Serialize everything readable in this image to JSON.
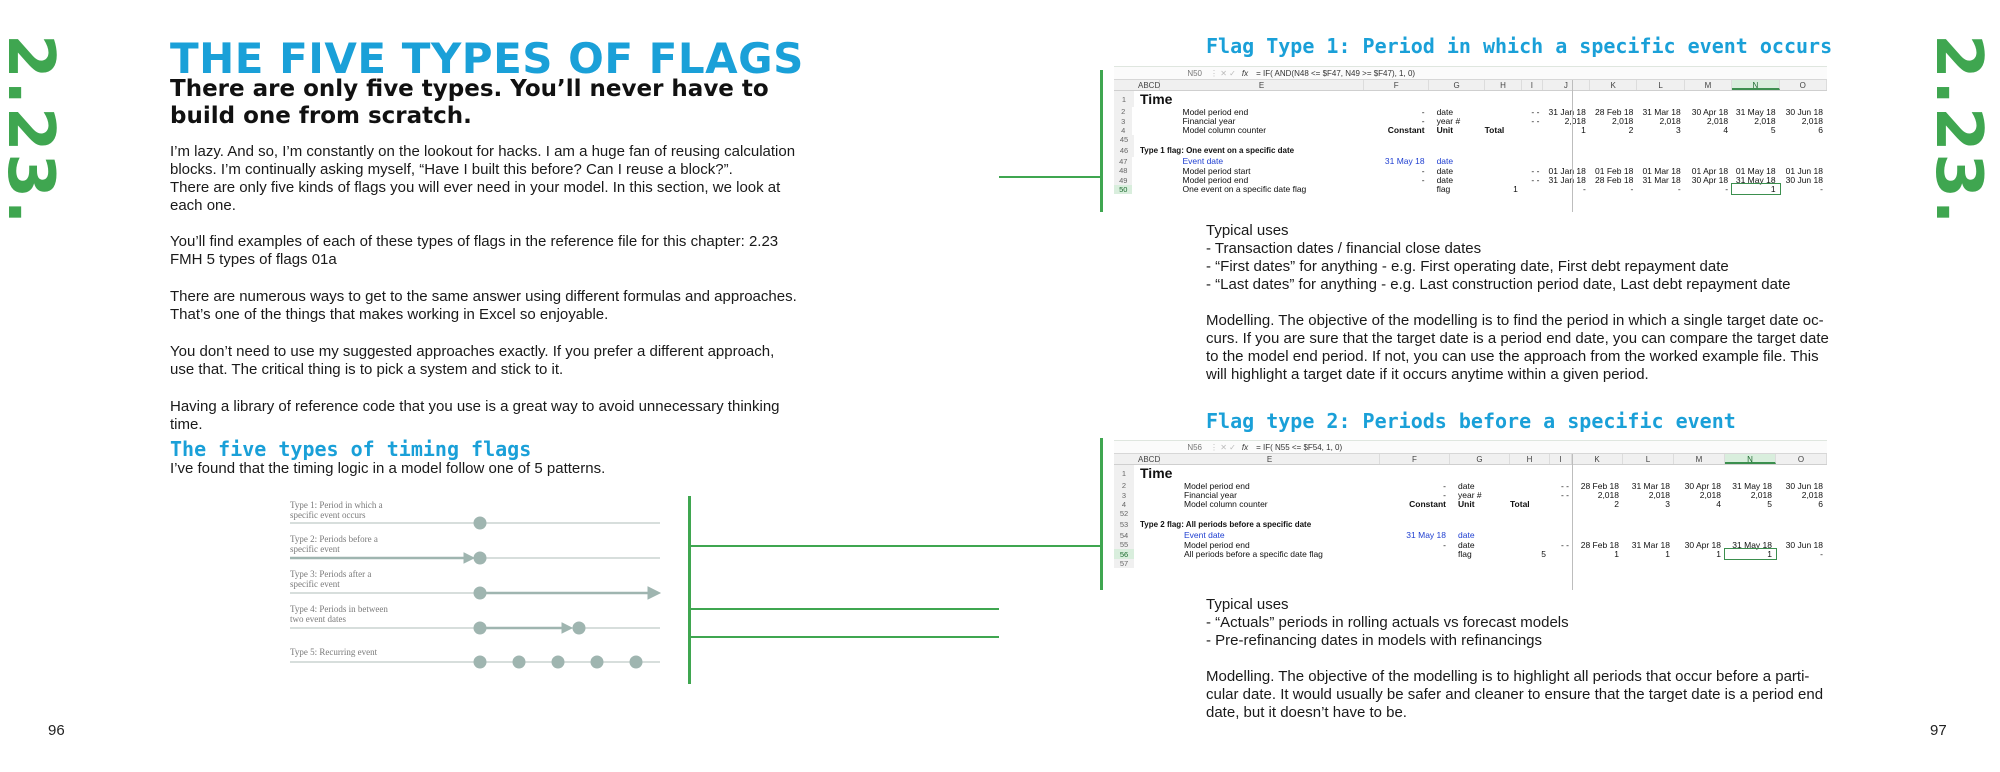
{
  "section_number": "2.23.",
  "left_page": {
    "page_number": "96",
    "title": "THE FIVE TYPES OF FLAGS",
    "subtitle": "There are only five types. You’ll never have to build one from scratch.",
    "paragraphs": [
      "I’m lazy. And so, I’m constantly on the lookout for hacks. I am a huge fan of reusing calculation blocks. I’m continually asking myself, “Have I built this before? Can I reuse a block?”.",
      "There are only five kinds of flags you will ever need in your model. In this section, we look at each one.",
      "You’ll find examples of each of these types of flags in the reference file for this chapter: 2.23 FMH 5 types of flags 01a",
      "There are numerous ways to get to the same answer using different formulas and approaches. That’s one of the things that makes working in Excel so enjoyable.",
      "You don’t need to use my suggested approaches exactly. If you prefer a different approach, use that. The critical thing is to pick a system and stick to it.",
      "Having a library of reference code that you use is a great way to avoid unnecessary thinking time."
    ],
    "timing_heading": "The five types of timing flags",
    "timing_intro": "I’ve found that the timing logic in a model follow one of 5 patterns.",
    "timing_types": [
      "Type 1: Period in which a specific event occurs",
      "Type 2: Periods before a specific event",
      "Type 3: Periods after a specific event",
      "Type 4: Periods in between two event dates",
      "Type 5: Recurring event"
    ]
  },
  "right_page": {
    "page_number": "97",
    "flag1": {
      "heading": "Flag Type 1: Period in which a specific event occurs",
      "sheet": {
        "name_box": "N50",
        "formula": "= IF( AND(N48 <= $F47, N49 >= $F47), 1, 0)",
        "col_headers": [
          "ABCD",
          "E",
          "F",
          "G",
          "H",
          "I",
          "J",
          "K",
          "L",
          "M",
          "N",
          "O"
        ],
        "selected_col": "N",
        "rows": [
          {
            "rn": "1",
            "label": "Time",
            "kind": "title"
          },
          {
            "rn": "2",
            "label": "Model period end",
            "f": "-",
            "g": "date",
            "h": "",
            "i": "-  -",
            "vals": [
              "31 Jan 18",
              "28 Feb 18",
              "31 Mar 18",
              "30 Apr 18",
              "31 May 18",
              "30 Jun 18"
            ]
          },
          {
            "rn": "3",
            "label": "Financial year",
            "f": "-",
            "g": "year #",
            "h": "",
            "i": "-  -",
            "vals": [
              "2,018",
              "2,018",
              "2,018",
              "2,018",
              "2,018",
              "2,018"
            ]
          },
          {
            "rn": "4",
            "label": "Model column counter",
            "f": "Constant",
            "g": "Unit",
            "h": "Total",
            "i": "",
            "vals": [
              "1",
              "2",
              "3",
              "4",
              "5",
              "6"
            ],
            "bold_fgh": true
          },
          {
            "rn": "45",
            "label": "",
            "kind": "blank"
          },
          {
            "rn": "46",
            "label": "Type 1 flag: One event on a specific date",
            "kind": "section"
          },
          {
            "rn": "47",
            "label": "Event date",
            "f": "31 May 18",
            "g": "date",
            "h": "",
            "i": "",
            "vals": [
              "",
              "",
              "",
              "",
              "",
              ""
            ],
            "blue": true
          },
          {
            "rn": "48",
            "label": "Model period start",
            "f": "-",
            "g": "date",
            "h": "",
            "i": "-  -",
            "vals": [
              "01 Jan 18",
              "01 Feb 18",
              "01 Mar 18",
              "01 Apr 18",
              "01 May 18",
              "01 Jun 18"
            ]
          },
          {
            "rn": "49",
            "label": "Model period end",
            "f": "-",
            "g": "date",
            "h": "",
            "i": "-  -",
            "vals": [
              "31 Jan 18",
              "28 Feb 18",
              "31 Mar 18",
              "30 Apr 18",
              "31 May 18",
              "30 Jun 18"
            ]
          },
          {
            "rn": "50",
            "label": "One event on a specific date flag",
            "f": "",
            "g": "flag",
            "h": "1",
            "i": "",
            "vals": [
              "-",
              "-",
              "-",
              "-",
              "1",
              "-"
            ],
            "sel_row": true
          }
        ]
      },
      "uses_title": "Typical uses",
      "uses": [
        "- Transaction dates / financial close dates",
        "- “First dates” for anything - e.g. First operating date, First debt repayment date",
        "- “Last dates” for anything - e.g. Last construction period date, Last debt repayment date"
      ],
      "modelling": "Modelling. The objective of the modelling is to find the period in which a single target date oc­curs. If you are sure that the target date is a period end date, you can compare the target date to the model end period. If not, you can use the approach from the worked example file. This will highlight a target date if it occurs anytime within a given period."
    },
    "flag2": {
      "heading": "Flag type 2: Periods before a specific event",
      "sheet": {
        "name_box": "N56",
        "formula": "= IF( N55 <= $F54, 1, 0)",
        "col_headers": [
          "ABCD",
          "E",
          "F",
          "G",
          "H",
          "I",
          "K",
          "L",
          "M",
          "N",
          "O"
        ],
        "selected_col": "N",
        "rows": [
          {
            "rn": "1",
            "label": "Time",
            "kind": "title"
          },
          {
            "rn": "2",
            "label": "Model period end",
            "f": "-",
            "g": "date",
            "h": "",
            "i": "-  -",
            "vals": [
              "28 Feb 18",
              "31 Mar 18",
              "30 Apr 18",
              "31 May 18",
              "30 Jun 18"
            ]
          },
          {
            "rn": "3",
            "label": "Financial year",
            "f": "-",
            "g": "year #",
            "h": "",
            "i": "-  -",
            "vals": [
              "2,018",
              "2,018",
              "2,018",
              "2,018",
              "2,018"
            ]
          },
          {
            "rn": "4",
            "label": "Model column counter",
            "f": "Constant",
            "g": "Unit",
            "h": "Total",
            "i": "",
            "vals": [
              "2",
              "3",
              "4",
              "5",
              "6"
            ],
            "bold_fgh": true
          },
          {
            "rn": "52",
            "label": "",
            "kind": "blank"
          },
          {
            "rn": "53",
            "label": "Type 2 flag: All periods before a specific date",
            "kind": "section"
          },
          {
            "rn": "54",
            "label": "Event date",
            "f": "31 May 18",
            "g": "date",
            "h": "",
            "i": "",
            "vals": [
              "",
              "",
              "",
              "",
              ""
            ],
            "blue": true
          },
          {
            "rn": "55",
            "label": "Model period end",
            "f": "-",
            "g": "date",
            "h": "",
            "i": "-  -",
            "vals": [
              "28 Feb 18",
              "31 Mar 18",
              "30 Apr 18",
              "31 May 18",
              "30 Jun 18"
            ]
          },
          {
            "rn": "56",
            "label": "All periods before a specific date flag",
            "f": "",
            "g": "flag",
            "h": "5",
            "i": "",
            "vals": [
              "1",
              "1",
              "1",
              "1",
              "-"
            ],
            "sel_row": true
          },
          {
            "rn": "57",
            "label": "",
            "kind": "blank"
          }
        ]
      },
      "uses_title": "Typical uses",
      "uses": [
        "- “Actuals” periods in rolling actuals vs forecast models",
        "- Pre-refinancing dates in models with refinancings"
      ],
      "modelling": "Modelling. The objective of the modelling is to highlight all periods that occur before a parti­cular date. It would usually be safer and cleaner to ensure that the target date is a period end date, but it doesn’t have to be."
    }
  },
  "colors": {
    "accent_blue": "#1aa0d8",
    "accent_green": "#3fa650",
    "timing_grey": "#9fb5b0"
  }
}
